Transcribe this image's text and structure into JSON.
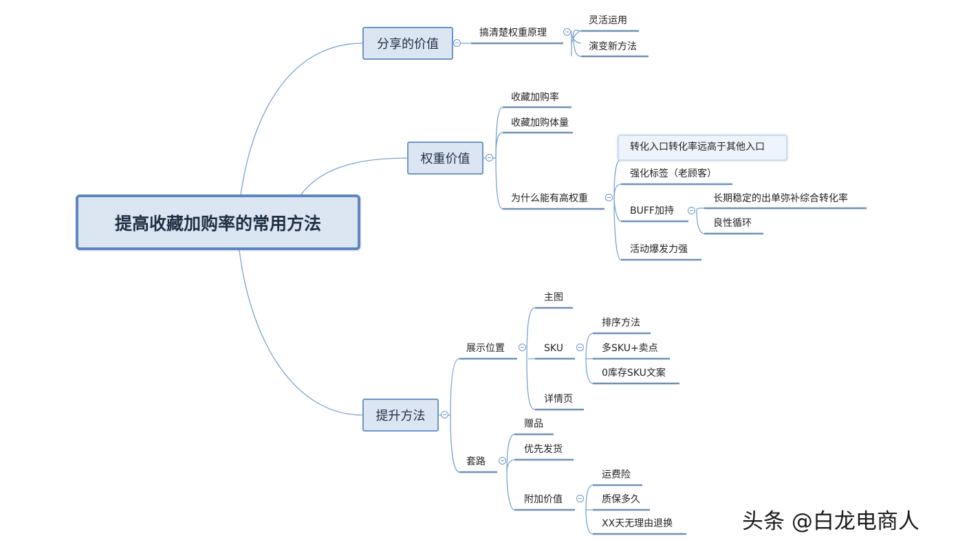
{
  "root": "提高收藏加购率的常用方法",
  "branch1": {
    "title": "分享的价值",
    "child": "搞清楚权重原理",
    "items": [
      "灵活运用",
      "演变新方法"
    ]
  },
  "branch2": {
    "title": "权重价值",
    "items": [
      "收藏加购率",
      "收藏加购体量"
    ],
    "why": {
      "title": "为什么能有高权重",
      "items": [
        "转化入口转化率远高于其他入口",
        "强化标签（老顾客）",
        "活动爆发力强"
      ],
      "buff": {
        "title": "BUFF加持",
        "items": [
          "长期稳定的出单弥补综合转化率",
          "良性循环"
        ]
      }
    }
  },
  "branch3": {
    "title": "提升方法",
    "display": {
      "title": "展示位置",
      "main_image": "主图",
      "detail": "详情页",
      "sku": {
        "title": "SKU",
        "items": [
          "排序方法",
          "多SKU+卖点",
          "0库存SKU文案"
        ]
      }
    },
    "tricks": {
      "title": "套路",
      "items": [
        "赠品",
        "优先发货"
      ],
      "addon": {
        "title": "附加价值",
        "items": [
          "运费险",
          "质保多久",
          "XX天无理由退换"
        ]
      }
    }
  },
  "watermark": "头条 @白龙电商人",
  "colors": {
    "connector": "#7aa3d1",
    "box_fill": "#dce6f2",
    "box_border": "#6b95c9",
    "underline": "#6f8fb8"
  }
}
